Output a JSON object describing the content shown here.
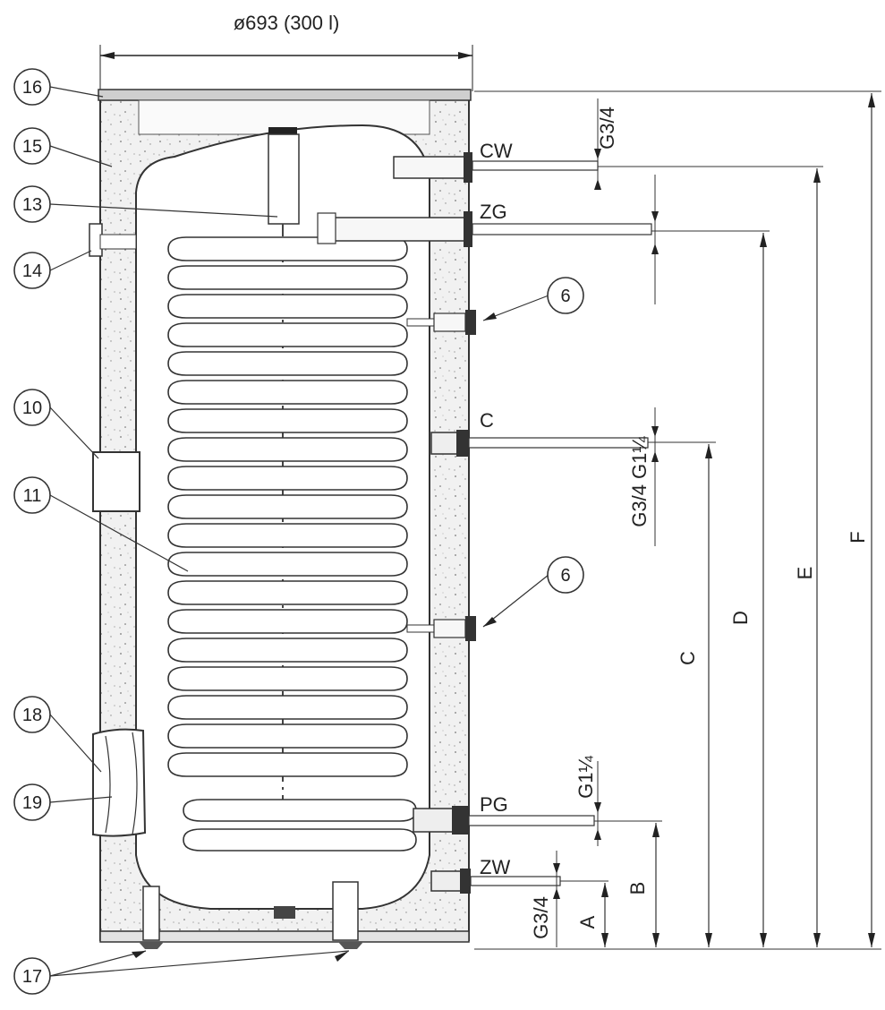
{
  "diagram": {
    "top_dimension": "ø693 (300 l)",
    "callouts": [
      "16",
      "15",
      "13",
      "14",
      "10",
      "11",
      "18",
      "19",
      "17",
      "6",
      "6"
    ],
    "connections": [
      "CW",
      "ZG",
      "C",
      "PG",
      "ZW"
    ],
    "thread_labels": [
      "G3/4",
      "G3/4 G1¼",
      "G1¼",
      "G3/4"
    ],
    "height_labels": [
      "A",
      "B",
      "C",
      "D",
      "E",
      "F"
    ]
  }
}
